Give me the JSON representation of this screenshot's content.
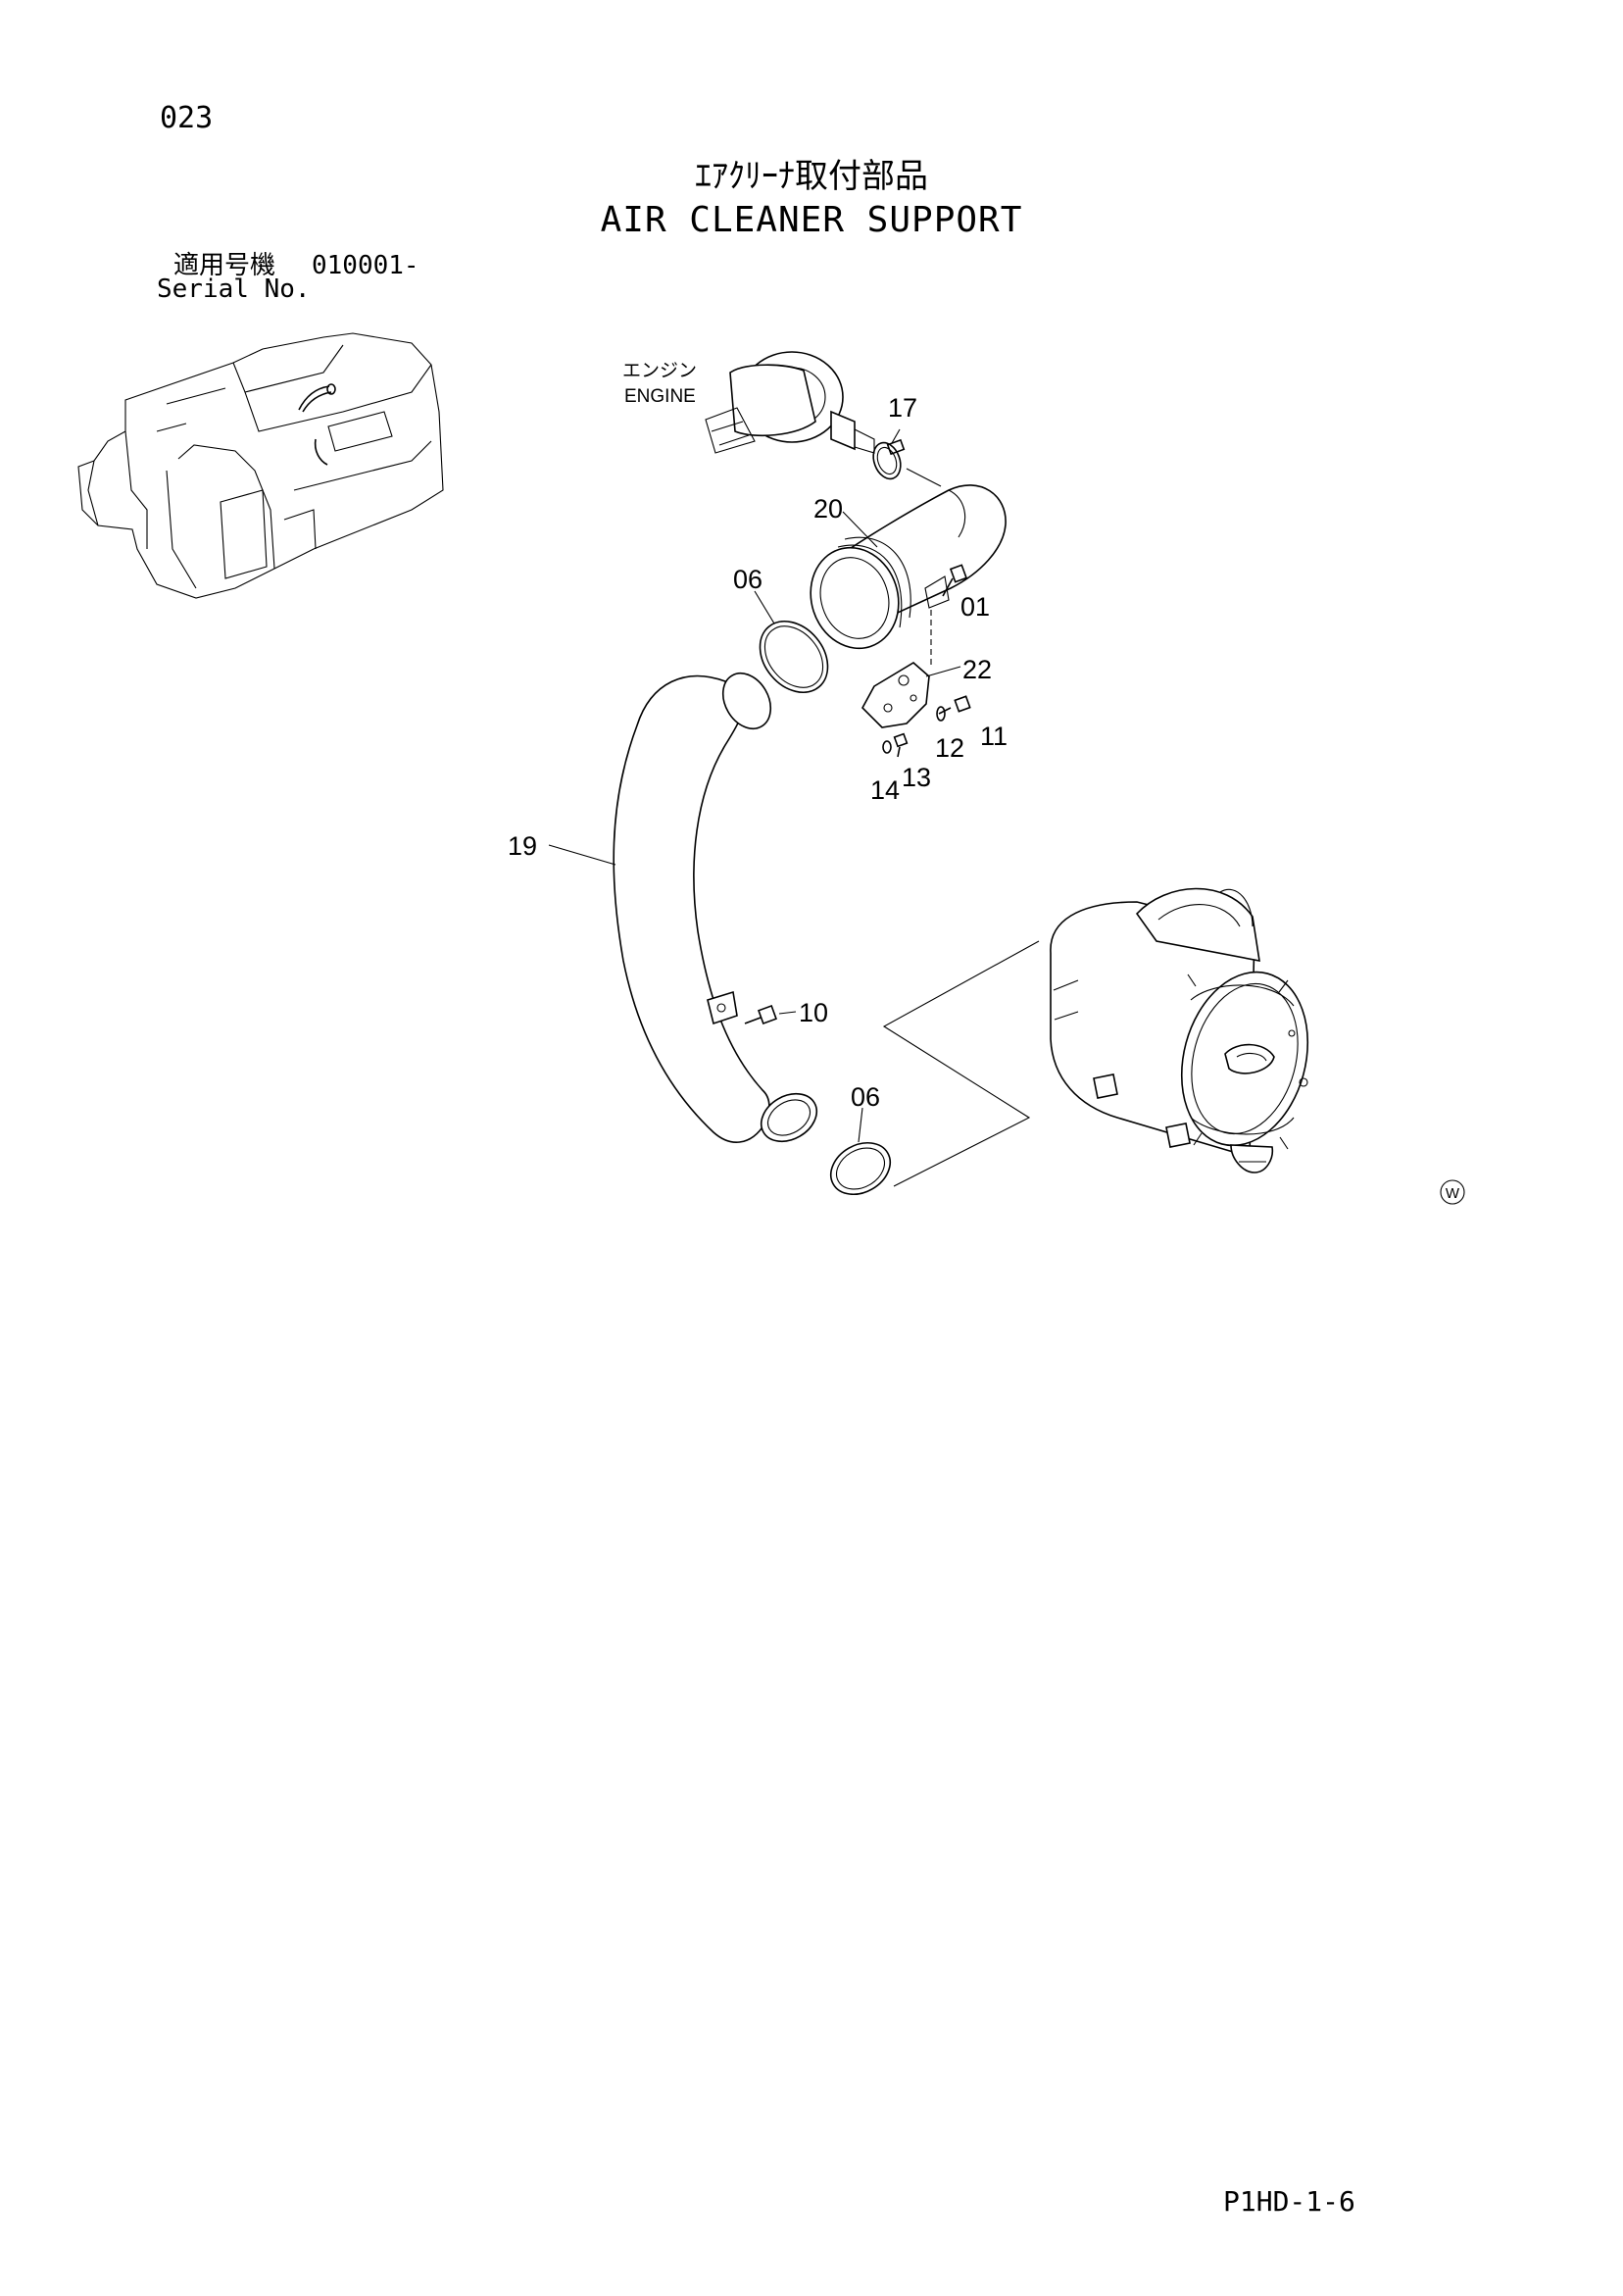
{
  "header": {
    "page_number": "023",
    "title_jp": "ｴｱｸﾘｰﾅ取付部品",
    "title_en": "AIR CLEANER SUPPORT",
    "serial_label_jp": "適用号機",
    "serial_range": "010001-",
    "serial_label_en": "Serial No."
  },
  "diagram": {
    "engine_label_jp": "エンジン",
    "engine_label_en": "ENGINE",
    "callouts": {
      "p17": "17",
      "p20": "20",
      "p06_upper": "06",
      "p01": "01",
      "p22": "22",
      "p11": "11",
      "p12": "12",
      "p13": "13",
      "p14": "14",
      "p19": "19",
      "p10": "10",
      "p06_lower": "06"
    },
    "mark": "W"
  },
  "footer": {
    "doc_code": "P1HD-1-6"
  }
}
